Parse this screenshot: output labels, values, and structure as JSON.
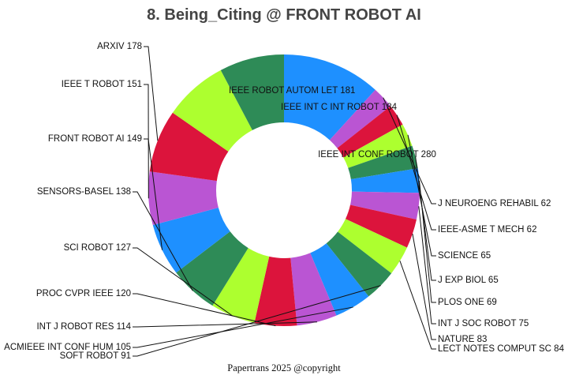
{
  "chart_data": {
    "type": "pie",
    "title": "8. Being_Citing @ FRONT ROBOT AI",
    "footer": "Papertrans 2025 @copyright",
    "slices": [
      {
        "label": "IEEE INT CONF ROBOT",
        "value": 280,
        "color": "#1e90ff"
      },
      {
        "label": "J NEUROENG REHABIL",
        "value": 62,
        "color": "#ba55d3"
      },
      {
        "label": "IEEE-ASME T MECH",
        "value": 62,
        "color": "#dc143c"
      },
      {
        "label": "SCIENCE",
        "value": 65,
        "color": "#adff2f"
      },
      {
        "label": "J EXP BIOL",
        "value": 65,
        "color": "#2e8b57"
      },
      {
        "label": "PLOS ONE",
        "value": 69,
        "color": "#1e90ff"
      },
      {
        "label": "INT J SOC ROBOT",
        "value": 75,
        "color": "#ba55d3"
      },
      {
        "label": "NATURE",
        "value": 83,
        "color": "#dc143c"
      },
      {
        "label": "LECT NOTES COMPUT SC",
        "value": 84,
        "color": "#adff2f"
      },
      {
        "label": "SOFT ROBOT",
        "value": 91,
        "color": "#2e8b57"
      },
      {
        "label": "ACMIEEE INT CONF HUM",
        "value": 105,
        "color": "#1e90ff"
      },
      {
        "label": "INT J ROBOT RES",
        "value": 114,
        "color": "#ba55d3"
      },
      {
        "label": "PROC CVPR IEEE",
        "value": 120,
        "color": "#dc143c"
      },
      {
        "label": "SCI ROBOT",
        "value": 127,
        "color": "#adff2f"
      },
      {
        "label": "SENSORS-BASEL",
        "value": 138,
        "color": "#2e8b57"
      },
      {
        "label": "FRONT ROBOT AI",
        "value": 149,
        "color": "#1e90ff"
      },
      {
        "label": "IEEE T ROBOT",
        "value": 151,
        "color": "#ba55d3"
      },
      {
        "label": "ARXIV",
        "value": 178,
        "color": "#dc143c"
      },
      {
        "label": "IEEE ROBOT AUTOM LET",
        "value": 181,
        "color": "#adff2f"
      },
      {
        "label": "IEEE INT C INT ROBOT",
        "value": 184,
        "color": "#2e8b57"
      }
    ]
  }
}
